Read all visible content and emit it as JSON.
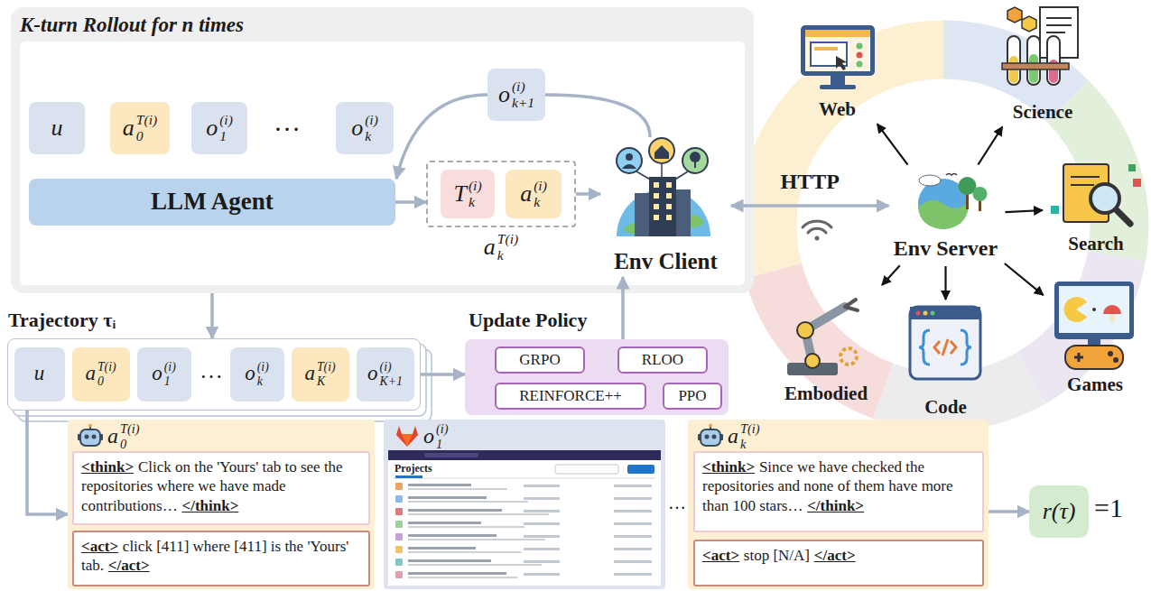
{
  "diagram": {
    "nodes": [
      {
        "text": [
          "K-turn Rollout for n times"
        ]
      },
      {
        "text": [
          "u"
        ],
        "in": 0
      },
      {
        "text": [
          "a",
          "0",
          "T(i)"
        ],
        "in": 0
      },
      {
        "text": [
          "o",
          "1",
          "(i)"
        ],
        "in": 0
      },
      {
        "text": [
          "o",
          "k",
          "(i)"
        ],
        "in": 0
      },
      {
        "text": [
          "o",
          "k+1",
          "(i)"
        ],
        "in": 0
      },
      {
        "text": [
          "LLM Agent"
        ],
        "in": 0
      },
      {
        "text": [
          "a",
          "k",
          "T(i)"
        ],
        "in": 0
      },
      {
        "text": [
          "T",
          "k",
          "(i)"
        ],
        "in": 7
      },
      {
        "text": [
          "a",
          "k",
          "(i)"
        ],
        "in": 7
      },
      {
        "text": [
          "Env Client"
        ],
        "in": 0
      },
      {
        "text": [
          "Env Server"
        ]
      },
      {
        "text": [
          "Web"
        ]
      },
      {
        "text": [
          "Science"
        ]
      },
      {
        "text": [
          "Search"
        ]
      },
      {
        "text": [
          "Games"
        ]
      },
      {
        "text": [
          "Code"
        ]
      },
      {
        "text": [
          "Embodied"
        ]
      },
      {
        "text": [
          "Trajectory τᵢ"
        ]
      },
      {
        "text": [
          "u"
        ],
        "in": 18
      },
      {
        "text": [
          "a",
          "0",
          "T(i)"
        ],
        "in": 18
      },
      {
        "text": [
          "o",
          "1",
          "(i)"
        ],
        "in": 18
      },
      {
        "text": [
          "o",
          "k",
          "(i)"
        ],
        "in": 18
      },
      {
        "text": [
          "a",
          "K",
          "T(i)"
        ],
        "in": 18
      },
      {
        "text": [
          "o",
          "K+1",
          "(i)"
        ],
        "in": 18
      },
      {
        "text": [
          "Update Policy"
        ]
      },
      {
        "text": [
          "GRPO"
        ],
        "in": 25
      },
      {
        "text": [
          "RLOO"
        ],
        "in": 25
      },
      {
        "text": [
          "REINFORCE++"
        ],
        "in": 25
      },
      {
        "text": [
          "PPO"
        ],
        "in": 25
      },
      {
        "text": [
          "a",
          "0",
          "T(i)"
        ]
      },
      {
        "text": [
          "<think>",
          "Click on the 'Yours' tab to see the repositories where we have made contributions…",
          "</think>"
        ],
        "in": 30
      },
      {
        "text": [
          "<act>",
          "click [411] where [411] is the 'Yours' tab.",
          "</act>"
        ],
        "in": 30
      },
      {
        "text": [
          "o",
          "1",
          "(i)"
        ]
      },
      {
        "text": [
          "a",
          "k",
          "T(i)"
        ]
      },
      {
        "text": [
          "<think>",
          "Since we have checked the repositories and none of them have more than 100 stars…",
          "</think>"
        ],
        "in": 34
      },
      {
        "text": [
          "<act>",
          "stop [N/A]",
          "</act>"
        ],
        "in": 34
      },
      {
        "text": [
          "r(τ)"
        ]
      }
    ],
    "edges": [
      {
        "from": 6,
        "to": 7,
        "arrow": "to"
      },
      {
        "from": 7,
        "to": 10,
        "arrow": "to"
      },
      {
        "from": 10,
        "to": 5,
        "arrow": "none"
      },
      {
        "from": 5,
        "to": 6,
        "arrow": "to"
      },
      {
        "from": 10,
        "to": 11,
        "arrow": "both",
        "label": "HTTP"
      },
      {
        "from": 11,
        "to": 12,
        "arrow": "to"
      },
      {
        "from": 11,
        "to": 13,
        "arrow": "to"
      },
      {
        "from": 11,
        "to": 14,
        "arrow": "to"
      },
      {
        "from": 11,
        "to": 15,
        "arrow": "to"
      },
      {
        "from": 11,
        "to": 16,
        "arrow": "to"
      },
      {
        "from": 11,
        "to": 17,
        "arrow": "to"
      },
      {
        "from": 0,
        "to": 18,
        "arrow": "to"
      },
      {
        "from": 18,
        "to": 25,
        "arrow": "to"
      },
      {
        "from": 25,
        "to": 10,
        "arrow": "to"
      },
      {
        "from": 18,
        "to": 30,
        "arrow": "to"
      },
      {
        "from": 34,
        "to": 37,
        "arrow": "to"
      }
    ],
    "labels": [
      "…",
      "…",
      "Projects",
      "…",
      "=1"
    ]
  }
}
